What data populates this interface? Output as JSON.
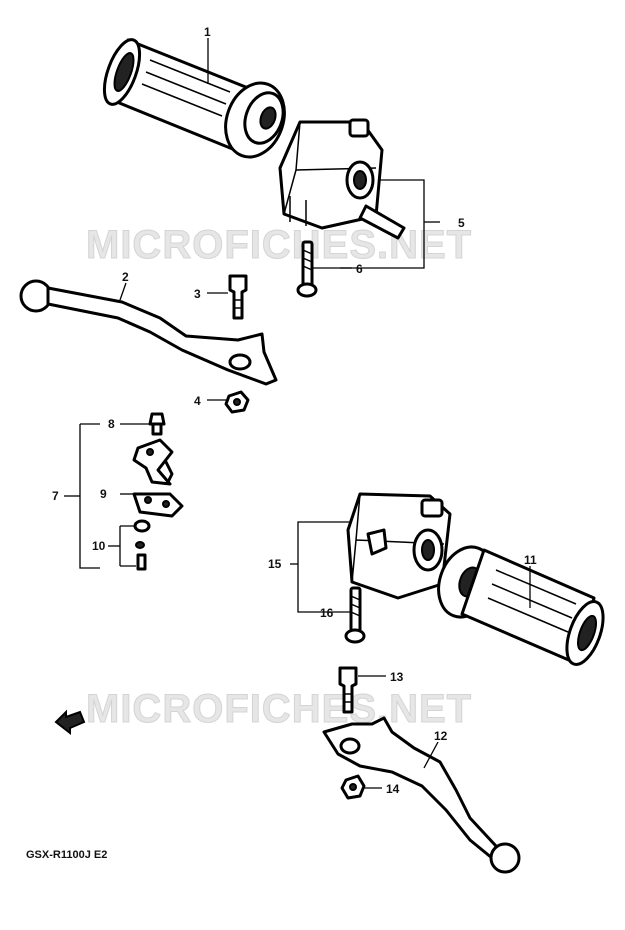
{
  "watermark": "MICROFICHES.NET",
  "model_code": "GSX-R1100J E2",
  "callouts": [
    "1",
    "2",
    "3",
    "4",
    "5",
    "6",
    "7",
    "8",
    "9",
    "10",
    "11",
    "12",
    "13",
    "14",
    "15",
    "16"
  ]
}
